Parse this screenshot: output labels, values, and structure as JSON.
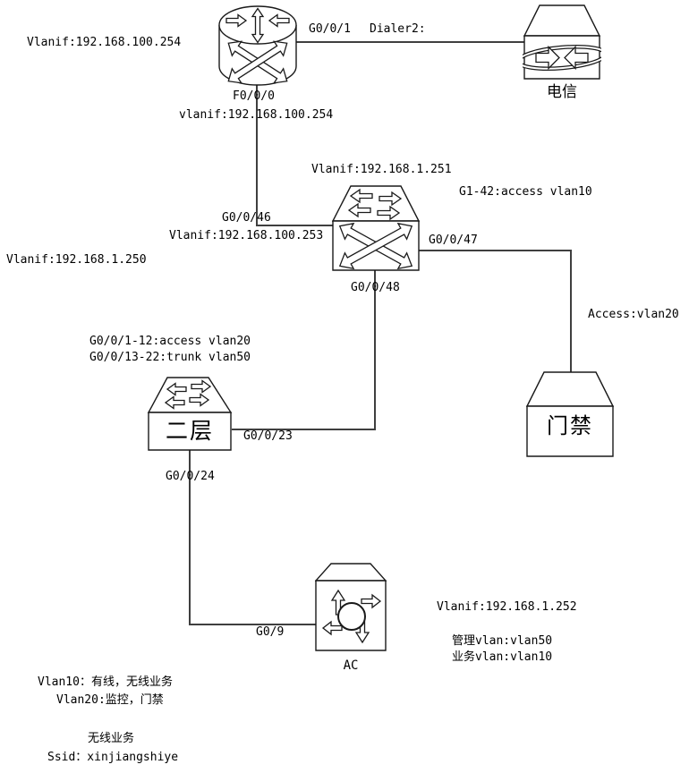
{
  "diagram": {
    "router": {
      "vlanif_left": "Vlanif:192.168.100.254",
      "wan_port": "G0/0/1",
      "dialer": "Dialer2:",
      "lan_port": "F0/0/0",
      "vlanif_below": "vlanif:192.168.100.254"
    },
    "telecom": {
      "label": "电信"
    },
    "core_switch": {
      "vlanif": "Vlanif:192.168.1.251",
      "access_note": "G1-42:access vlan10",
      "port_to_router": "G0/0/46",
      "vlanif_uplink": "Vlanif:192.168.100.253",
      "vlanif_secondary": "Vlanif:192.168.1.250",
      "port_right": "G0/0/47",
      "port_down": "G0/0/48"
    },
    "door_access": {
      "label": "门禁",
      "access_note": "Access:vlan20"
    },
    "l2_switch": {
      "label": "二层",
      "config_line1": "G0/0/1-12:access vlan20",
      "config_line2": "G0/0/13-22:trunk vlan50",
      "port_uplink": "G0/0/23",
      "port_down": "G0/0/24"
    },
    "ac": {
      "label": "AC",
      "port": "G0/9",
      "vlanif": "Vlanif:192.168.1.252",
      "mgmt_vlan": "管理vlan:vlan50",
      "service_vlan": "业务vlan:vlan10"
    },
    "notes": {
      "vlan10": "Vlan10：有线，无线业务",
      "vlan20": "Vlan20:监控，门禁",
      "wireless": "无线业务",
      "ssid": "Ssid：xinjiangshiye"
    },
    "colors": {
      "line": "#3f3f3f",
      "outline": "#1a1a1a"
    }
  }
}
